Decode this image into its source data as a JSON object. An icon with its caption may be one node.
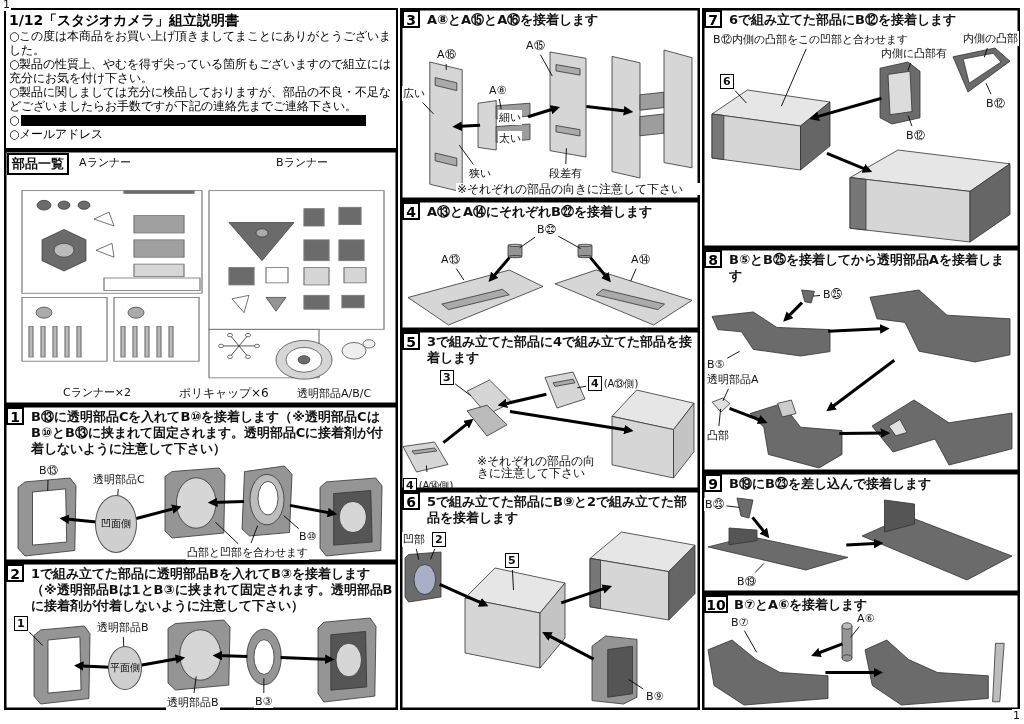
{
  "diagram": {
    "nodes": [
      {
        "text": [
          "1/12「スタジオカメラ」組立説明書",
          "○この度は本商品をお買い上げ頂きましてまことにありがとうございました。",
          "○製品の性質上、やむを得ず尖っている箇所もございますので組立には充分にお気を付け下さい。",
          "○製品に関しましては充分に検品しておりますが、部品の不良・不足などございましたらお手数ですが下記の連絡先までご連絡下さい。",
          "○",
          "○メールアドレス"
        ]
      },
      {
        "text": [
          "部品一覧"
        ]
      },
      {
        "text": [
          "B⑬に透明部品Cを入れてB⑩を接着します（※透明部品CはB⑩とB⑬に挟まれて固定されます。透明部品Cに接着剤が付着しないように注意して下さい）"
        ]
      },
      {
        "text": [
          "1"
        ],
        "in": 2
      },
      {
        "text": [],
        "shape": "picture",
        "in": 2
      },
      {
        "text": [
          "凹面側"
        ],
        "in": 2
      },
      {
        "text": [],
        "shape": "picture",
        "in": 2
      },
      {
        "text": [],
        "shape": "picture",
        "in": 2
      },
      {
        "text": [],
        "shape": "picture",
        "in": 2
      },
      {
        "text": [
          "B⑬"
        ],
        "in": 2
      },
      {
        "text": [
          "透明部品C"
        ],
        "in": 2
      },
      {
        "text": [
          "凸部と凹部を合わせます"
        ],
        "in": 2
      },
      {
        "text": [
          "B⑩"
        ],
        "in": 2
      },
      {
        "text": [
          "1で組み立てた部品に透明部品Bを入れてB③を接着します（※透明部品Bは1とB③に挟まれて固定されます。透明部品Bに接着剤が付着しないように注意して下さい）"
        ]
      },
      {
        "text": [
          "2"
        ],
        "in": 13
      },
      {
        "text": [],
        "shape": "picture",
        "in": 13
      },
      {
        "text": [
          "平面側"
        ],
        "in": 13
      },
      {
        "text": [],
        "shape": "picture",
        "in": 13
      },
      {
        "text": [],
        "shape": "picture",
        "in": 13
      },
      {
        "text": [],
        "shape": "picture",
        "in": 13
      },
      {
        "text": [
          "1"
        ],
        "in": 13
      },
      {
        "text": [
          "透明部品B"
        ],
        "in": 13
      },
      {
        "text": [
          "透明部品B"
        ],
        "in": 13
      },
      {
        "text": [
          "B③"
        ],
        "in": 13
      },
      {
        "text": [
          "A⑧とA⑮とA⑯を接着します"
        ]
      },
      {
        "text": [
          "3"
        ],
        "in": 24
      },
      {
        "text": [],
        "shape": "picture",
        "in": 24
      },
      {
        "text": [],
        "shape": "picture",
        "in": 24
      },
      {
        "text": [],
        "shape": "picture",
        "in": 24
      },
      {
        "text": [],
        "shape": "picture",
        "in": 24
      },
      {
        "text": [
          "A⑯"
        ],
        "in": 24
      },
      {
        "text": [
          "A⑧"
        ],
        "in": 24
      },
      {
        "text": [
          "A⑮"
        ],
        "in": 24
      },
      {
        "text": [
          "広い"
        ],
        "in": 24
      },
      {
        "text": [
          "狭い"
        ],
        "in": 24
      },
      {
        "text": [
          "段差有"
        ],
        "in": 24
      },
      {
        "text": [
          "A⑬とA⑭にそれぞれB㉒を接着します"
        ]
      },
      {
        "text": [
          "4"
        ],
        "in": 36
      },
      {
        "text": [],
        "shape": "picture",
        "in": 36
      },
      {
        "text": [],
        "shape": "cylinder",
        "in": 36
      },
      {
        "text": [],
        "shape": "cylinder",
        "in": 36
      },
      {
        "text": [],
        "shape": "picture",
        "in": 36
      },
      {
        "text": [
          "A⑬"
        ],
        "in": 36
      },
      {
        "text": [
          "B㉒"
        ],
        "in": 36
      },
      {
        "text": [
          "A⑭"
        ],
        "in": 36
      },
      {
        "text": [
          "3で組み立てた部品に4で組み立てた部品を接着します"
        ]
      },
      {
        "text": [
          "5"
        ],
        "in": 45
      },
      {
        "text": [],
        "shape": "picture",
        "in": 45
      },
      {
        "text": [],
        "shape": "picture",
        "in": 45
      },
      {
        "text": [],
        "shape": "picture",
        "in": 45
      },
      {
        "text": [],
        "shape": "box",
        "in": 45
      },
      {
        "text": [
          "3"
        ],
        "in": 45
      },
      {
        "text": [
          "4"
        ],
        "beside": [
          "(A⑬側)"
        ],
        "in": 45
      },
      {
        "text": [
          "4"
        ],
        "beside": [
          "(A⑭側)"
        ],
        "in": 45
      },
      {
        "text": [
          "5で組み立てた部品にB⑨と2で組み立てた部品を接着します"
        ]
      },
      {
        "text": [
          "6"
        ],
        "in": 54
      },
      {
        "text": [],
        "shape": "picture",
        "in": 54
      },
      {
        "text": [],
        "shape": "box",
        "in": 54
      },
      {
        "text": [],
        "shape": "picture",
        "in": 54
      },
      {
        "text": [],
        "shape": "picture",
        "in": 54
      },
      {
        "text": [
          "凹部"
        ],
        "in": 54
      },
      {
        "text": [
          "2"
        ],
        "in": 54
      },
      {
        "text": [
          "5"
        ],
        "in": 54
      },
      {
        "text": [
          "B⑨"
        ],
        "in": 54
      },
      {
        "text": [
          "6で組み立てた部品にB⑫を接着します"
        ]
      },
      {
        "text": [
          "7"
        ],
        "in": 64
      },
      {
        "text": [],
        "shape": "picture",
        "in": 64
      },
      {
        "text": [],
        "shape": "picture",
        "in": 64
      },
      {
        "text": [],
        "shape": "picture",
        "in": 64
      },
      {
        "text": [],
        "shape": "picture",
        "in": 64
      },
      {
        "text": [
          "B⑫内側の凸部をこの凹部と合わせます"
        ],
        "in": 64
      },
      {
        "text": [
          "6"
        ],
        "in": 64
      },
      {
        "text": [
          "内側に凸部有"
        ],
        "in": 64
      },
      {
        "text": [
          "B⑫"
        ],
        "in": 64
      },
      {
        "text": [
          "内側の凸部"
        ],
        "in": 64
      },
      {
        "text": [
          "B⑫"
        ],
        "in": 64
      },
      {
        "text": [
          "B⑤とB㉕を接着してから透明部品Aを接着します"
        ]
      },
      {
        "text": [
          "8"
        ],
        "in": 76
      },
      {
        "text": [],
        "shape": "picture",
        "in": 76
      },
      {
        "text": [],
        "shape": "picture",
        "in": 76
      },
      {
        "text": [],
        "shape": "picture",
        "in": 76
      },
      {
        "text": [],
        "shape": "picture",
        "in": 76
      },
      {
        "text": [],
        "shape": "picture",
        "in": 76
      },
      {
        "text": [],
        "shape": "picture",
        "in": 76
      },
      {
        "text": [
          "B㉕"
        ],
        "in": 76
      },
      {
        "text": [
          "B⑤"
        ],
        "in": 76
      },
      {
        "text": [
          "透明部品A"
        ],
        "in": 76
      },
      {
        "text": [
          "凸部"
        ],
        "in": 76
      },
      {
        "text": [
          "B⑲にB㉓を差し込んで接着します"
        ]
      },
      {
        "text": [
          "9"
        ],
        "in": 88
      },
      {
        "text": [],
        "shape": "picture",
        "in": 88
      },
      {
        "text": [],
        "shape": "picture",
        "in": 88
      },
      {
        "text": [],
        "shape": "picture",
        "in": 88
      },
      {
        "text": [
          "B㉓"
        ],
        "in": 88
      },
      {
        "text": [
          "B⑲"
        ],
        "in": 88
      },
      {
        "text": [
          "B⑦とA⑥を接着します"
        ]
      },
      {
        "text": [
          "10"
        ],
        "in": 95
      },
      {
        "text": [],
        "shape": "picture",
        "in": 95
      },
      {
        "text": [],
        "shape": "cylinder",
        "in": 95
      },
      {
        "text": [],
        "shape": "picture",
        "in": 95
      },
      {
        "text": [
          "B⑦"
        ],
        "in": 95
      },
      {
        "text": [
          "A⑥"
        ],
        "in": 95
      }
    ],
    "edges": [
      {
        "from": 5,
        "to": 4,
        "arrow": "to",
        "style": "thick"
      },
      {
        "from": 5,
        "to": 6,
        "arrow": "to",
        "style": "thick"
      },
      {
        "from": 7,
        "to": 6,
        "arrow": "to",
        "style": "thick"
      },
      {
        "from": 7,
        "to": 8,
        "arrow": "to",
        "style": "thick"
      },
      {
        "from": 9,
        "to": 4,
        "arrow": "none"
      },
      {
        "from": 10,
        "to": 5,
        "arrow": "none"
      },
      {
        "from": 11,
        "to": 6,
        "arrow": "none"
      },
      {
        "from": 11,
        "to": 7,
        "arrow": "none"
      },
      {
        "from": 12,
        "to": 7,
        "arrow": "none"
      },
      {
        "from": 16,
        "to": 15,
        "arrow": "to",
        "style": "thick"
      },
      {
        "from": 16,
        "to": 17,
        "arrow": "to",
        "style": "thick"
      },
      {
        "from": 18,
        "to": 17,
        "arrow": "to",
        "style": "thick"
      },
      {
        "from": 18,
        "to": 19,
        "arrow": "to",
        "style": "thick"
      },
      {
        "from": 20,
        "to": 15,
        "arrow": "none"
      },
      {
        "from": 21,
        "to": 16,
        "arrow": "none"
      },
      {
        "from": 22,
        "to": 17,
        "arrow": "none"
      },
      {
        "from": 23,
        "to": 18,
        "arrow": "none"
      },
      {
        "from": 27,
        "to": 26,
        "arrow": "to",
        "style": "thick"
      },
      {
        "from": 27,
        "to": 28,
        "arrow": "to",
        "style": "thick"
      },
      {
        "from": 28,
        "to": 29,
        "arrow": "to",
        "style": "thick"
      },
      {
        "from": 30,
        "to": 26,
        "arrow": "none"
      },
      {
        "from": 31,
        "to": 27,
        "arrow": "none"
      },
      {
        "from": 32,
        "to": 28,
        "arrow": "none"
      },
      {
        "from": 33,
        "to": 26,
        "arrow": "none"
      },
      {
        "from": 34,
        "to": 26,
        "arrow": "none"
      },
      {
        "from": 35,
        "to": 28,
        "arrow": "none"
      },
      {
        "from": 39,
        "to": 38,
        "arrow": "to",
        "style": "thick"
      },
      {
        "from": 40,
        "to": 41,
        "arrow": "to",
        "style": "thick"
      },
      {
        "from": 42,
        "to": 38,
        "arrow": "none"
      },
      {
        "from": 43,
        "to": 39,
        "arrow": "none"
      },
      {
        "from": 43,
        "to": 40,
        "arrow": "none"
      },
      {
        "from": 44,
        "to": 41,
        "arrow": "none"
      },
      {
        "from": 47,
        "to": 48,
        "arrow": "to",
        "style": "thick"
      },
      {
        "from": 49,
        "to": 48,
        "arrow": "to",
        "style": "thick"
      },
      {
        "from": 48,
        "to": 50,
        "arrow": "to",
        "style": "thick"
      },
      {
        "from": 51,
        "to": 48,
        "arrow": "none"
      },
      {
        "from": 52,
        "to": 49,
        "arrow": "none"
      },
      {
        "from": 53,
        "to": 47,
        "arrow": "none"
      },
      {
        "from": 56,
        "to": 57,
        "arrow": "to",
        "style": "thick"
      },
      {
        "from": 58,
        "to": 57,
        "arrow": "to",
        "style": "thick"
      },
      {
        "from": 57,
        "to": 59,
        "arrow": "to",
        "style": "thick"
      },
      {
        "from": 60,
        "to": 56,
        "arrow": "none"
      },
      {
        "from": 61,
        "to": 56,
        "arrow": "none"
      },
      {
        "from": 62,
        "to": 57,
        "arrow": "none"
      },
      {
        "from": 63,
        "to": 58,
        "arrow": "none"
      },
      {
        "from": 67,
        "to": 66,
        "arrow": "to",
        "style": "thick"
      },
      {
        "from": 66,
        "to": 69,
        "arrow": "to",
        "style": "thick"
      },
      {
        "from": 70,
        "to": 66,
        "arrow": "none"
      },
      {
        "from": 71,
        "to": 66,
        "arrow": "none"
      },
      {
        "from": 72,
        "to": 67,
        "arrow": "none"
      },
      {
        "from": 73,
        "to": 67,
        "arrow": "none"
      },
      {
        "from": 74,
        "to": 68,
        "arrow": "none"
      },
      {
        "from": 75,
        "to": 68,
        "arrow": "none"
      },
      {
        "from": 79,
        "to": 78,
        "arrow": "to",
        "style": "thick"
      },
      {
        "from": 78,
        "to": 80,
        "arrow": "to",
        "style": "thick"
      },
      {
        "from": 80,
        "to": 82,
        "arrow": "to",
        "style": "thick"
      },
      {
        "from": 81,
        "to": 82,
        "arrow": "to",
        "style": "thick"
      },
      {
        "from": 82,
        "to": 83,
        "arrow": "to",
        "style": "thick"
      },
      {
        "from": 84,
        "to": 79,
        "arrow": "none"
      },
      {
        "from": 85,
        "to": 78,
        "arrow": "none"
      },
      {
        "from": 86,
        "to": 81,
        "arrow": "none"
      },
      {
        "from": 87,
        "to": 81,
        "arrow": "none"
      },
      {
        "from": 90,
        "to": 91,
        "arrow": "to",
        "style": "thick"
      },
      {
        "from": 91,
        "to": 92,
        "arrow": "to",
        "style": "thick"
      },
      {
        "from": 93,
        "to": 90,
        "arrow": "none"
      },
      {
        "from": 94,
        "to": 91,
        "arrow": "none"
      },
      {
        "from": 98,
        "to": 97,
        "arrow": "to",
        "style": "thick"
      },
      {
        "from": 97,
        "to": 99,
        "arrow": "to",
        "style": "thick"
      },
      {
        "from": 100,
        "to": 97,
        "arrow": "none"
      },
      {
        "from": 101,
        "to": 98,
        "arrow": "none"
      }
    ],
    "labels": [
      "1",
      "Aランナー",
      "Bランナー",
      "Cランナー×2",
      "ポリキャップ×6",
      "透明部品A/B/C",
      "細い",
      "太い",
      "※それぞれの部品の向きに注意して下さい",
      "※それぞれの部品の向きに注意して下さい",
      "1"
    ]
  }
}
